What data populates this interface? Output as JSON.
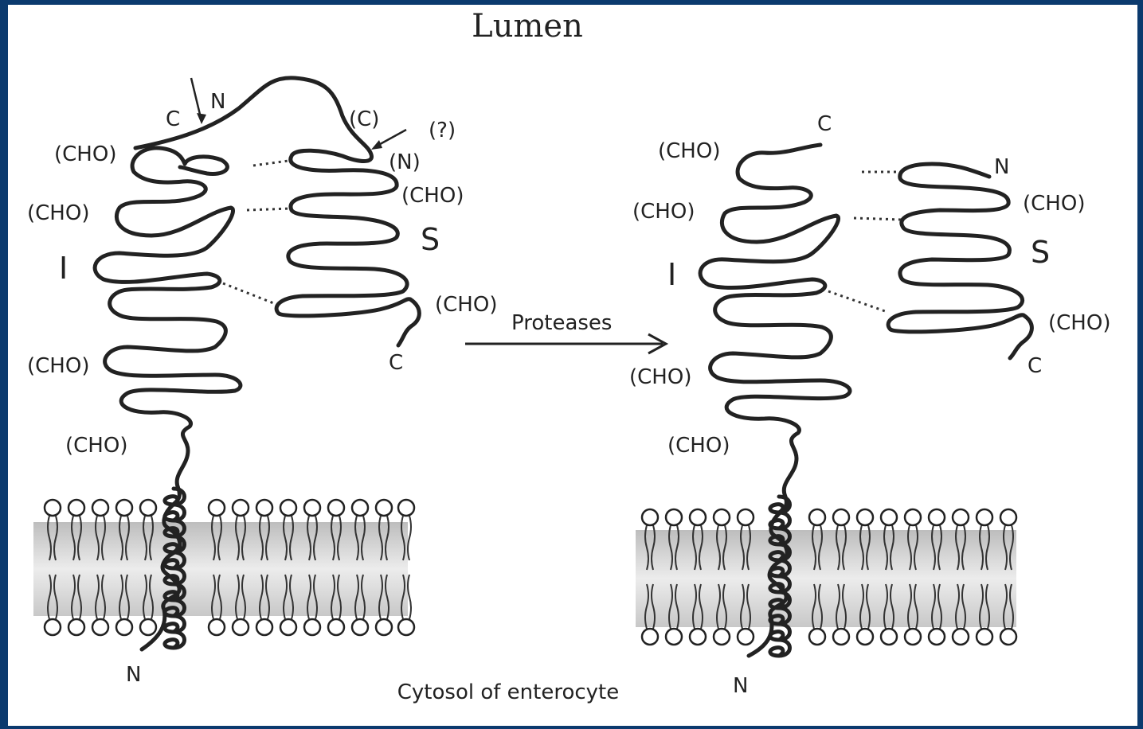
{
  "lumen_label": "Lumen",
  "cytosol_label": "Cytosol of enterocyte",
  "proteases_label": "Proteases",
  "left": {
    "cho_1": "(CHO)",
    "cho_2": "(CHO)",
    "cho_3": "(CHO)",
    "cho_4": "(CHO)",
    "cho_s1": "(CHO)",
    "cho_s2": "(CHO)",
    "c_top": "C",
    "n_top": "N",
    "c_paren": "(C)",
    "n_paren": "(N)",
    "q": "(?)",
    "I": "I",
    "S": "S",
    "c_end": "C",
    "n_end": "N"
  },
  "right": {
    "cho_1": "(CHO)",
    "cho_2": "(CHO)",
    "cho_3": "(CHO)",
    "cho_4": "(CHO)",
    "cho_s1": "(CHO)",
    "cho_s2": "(CHO)",
    "c_top": "C",
    "n_s": "N",
    "I": "I",
    "S": "S",
    "c_end": "C",
    "n_end": "N"
  },
  "colors": {
    "background": "#0b3a6e",
    "ink": "#222222",
    "membrane_shade": "#d6d6d6"
  }
}
